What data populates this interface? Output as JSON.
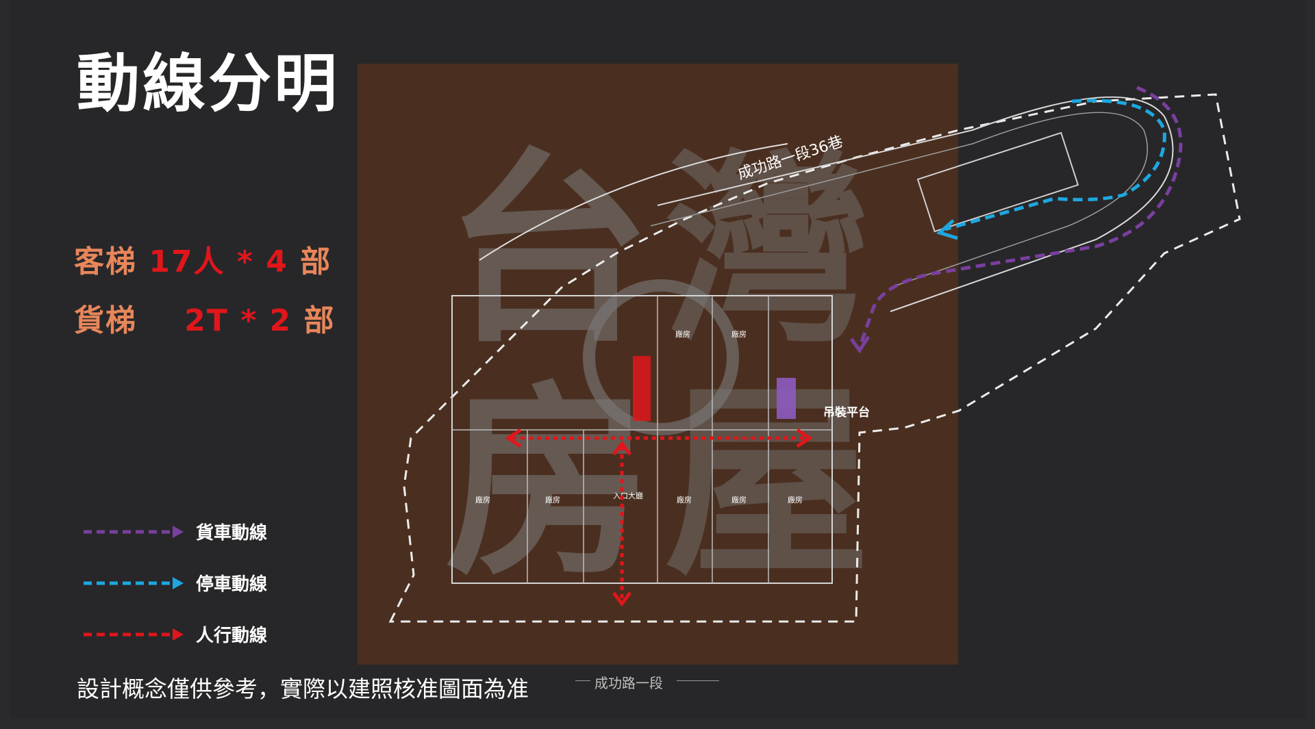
{
  "title": "動線分明",
  "specs": {
    "passenger": {
      "label": "客梯",
      "value": "17人 * 4",
      "unit": "部"
    },
    "freight": {
      "label": "貨梯",
      "value": "2T * 2",
      "unit": "部"
    }
  },
  "legend": [
    {
      "label": "貨車動線",
      "color": "#7a3fa0"
    },
    {
      "label": "停車動線",
      "color": "#1ea7e0"
    },
    {
      "label": "人行動線",
      "color": "#e0161b"
    }
  ],
  "plan": {
    "street_label": "成功路一段36巷",
    "hoist_label": "吊裝平台",
    "factory_label": "廠房",
    "entrance_label": "入口大廳",
    "watermark": "台灣房屋"
  },
  "footer": {
    "note": "設計概念僅供參考，實際以建照核准圖面為准",
    "road": "成功路一段"
  }
}
